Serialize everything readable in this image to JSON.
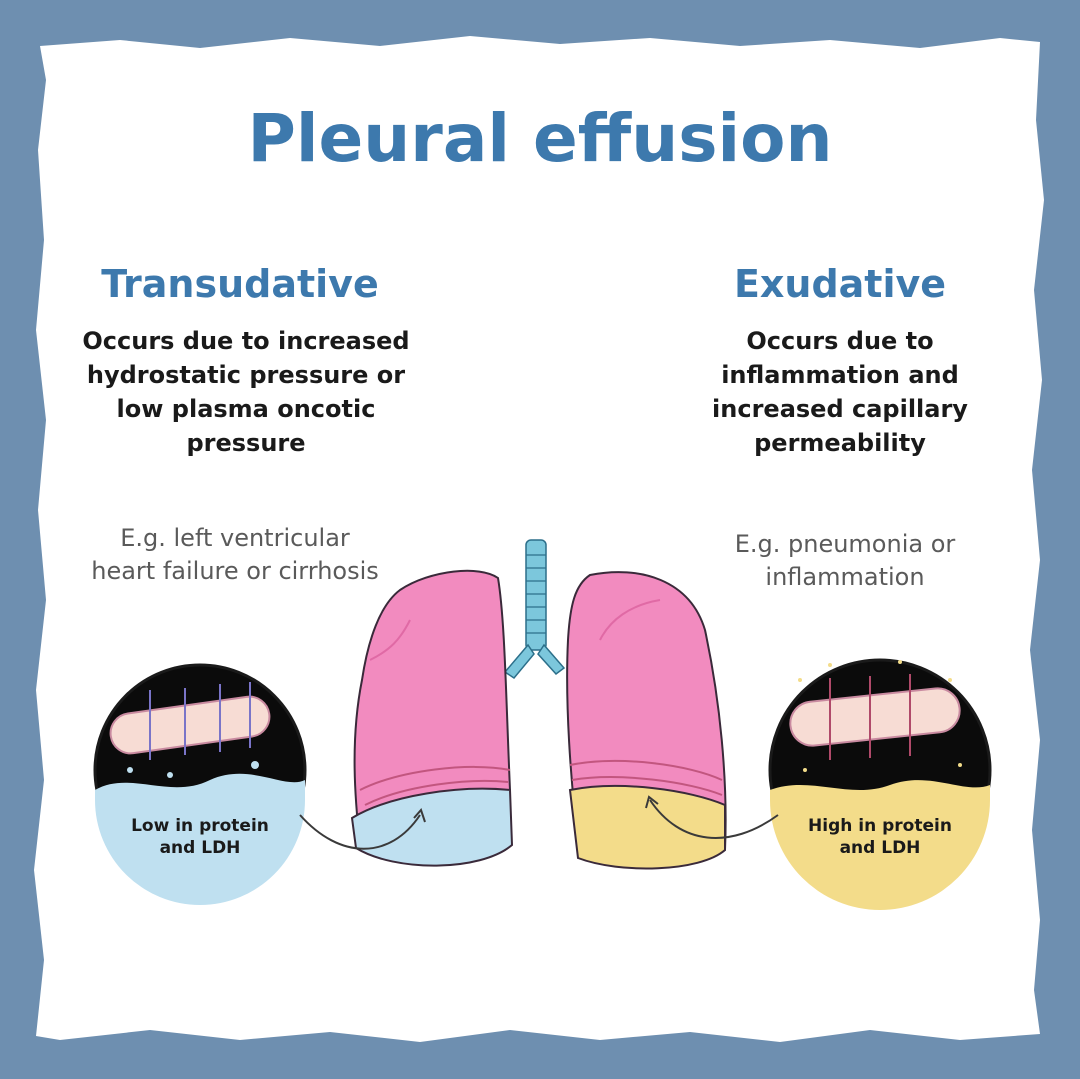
{
  "title": "Pleural effusion",
  "transudative": {
    "heading": "Transudative",
    "description": "Occurs due to increased hydrostatic pressure or low plasma oncotic pressure",
    "example": "E.g. left ventricular heart failure or cirrhosis",
    "bubble_label": "Low in protein and LDH"
  },
  "exudative": {
    "heading": "Exudative",
    "description": "Occurs due to inflammation and increased capillary permeability",
    "example": "E.g. pneumonia or inflammation",
    "bubble_label": "High in protein and LDH"
  },
  "colors": {
    "frame": "#6e8fb0",
    "paper": "#ffffff",
    "title_blue": "#3d79ad",
    "lung_pink": "#f28bbf",
    "transudate_fluid": "#bfe0f0",
    "exudate_fluid": "#f3dc8a",
    "trachea": "#7cc7dc"
  },
  "icons": [
    "lungs-illustration",
    "vessel-transudate-icon",
    "vessel-exudate-icon",
    "arrow-icon"
  ]
}
